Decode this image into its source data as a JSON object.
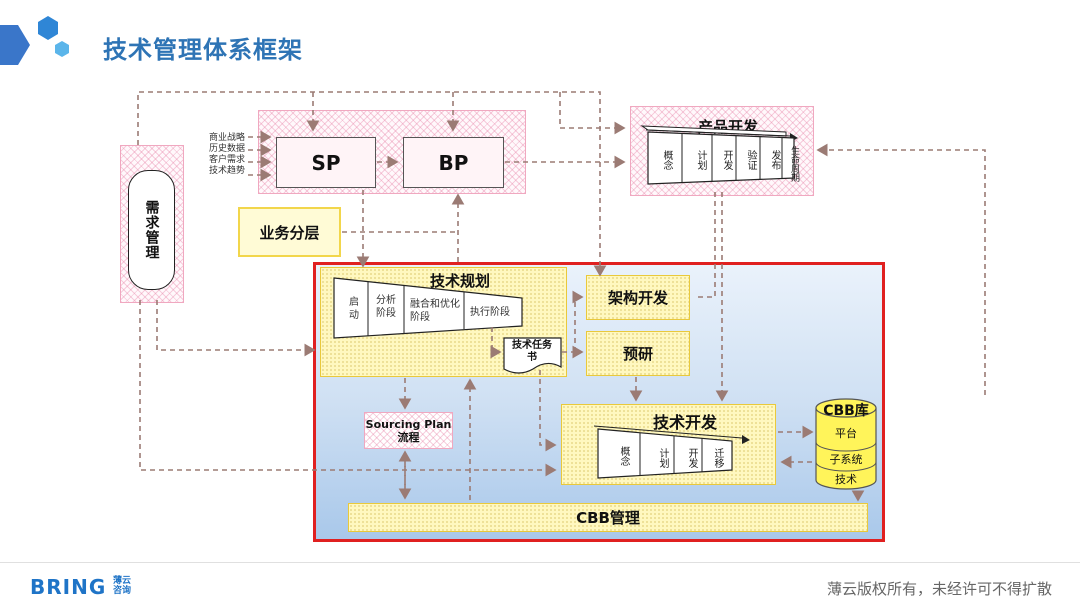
{
  "title": "技术管理体系框架",
  "inputs": [
    "商业战略",
    "历史数据",
    "客户需求",
    "技术趋势"
  ],
  "sp": "SP",
  "bp": "BP",
  "demand_mgmt": "需求管理",
  "business_layer": "业务分层",
  "product_dev": {
    "title": "产品开发",
    "stages": [
      "概念",
      "计划",
      "开发",
      "验证",
      "发布",
      "生命周期"
    ]
  },
  "tech_planning": {
    "title": "技术规划",
    "stages": [
      "启动",
      "分析阶段",
      "融合和优化阶段",
      "执行阶段"
    ]
  },
  "task_book": "技术任务书",
  "arch_dev": "架构开发",
  "pre_research": "预研",
  "sourcing": "Sourcing Plan流程",
  "tech_dev": {
    "title": "技术开发",
    "stages": [
      "概念",
      "计划",
      "开发",
      "迁移"
    ]
  },
  "cbb_lib": {
    "title": "CBB库",
    "layers": [
      "平台",
      "子系统",
      "技术"
    ]
  },
  "cbb_mgmt": "CBB管理",
  "footer": {
    "logo": "BRING",
    "logo_sub1": "薄云",
    "logo_sub2": "咨询",
    "copyright": "薄云版权所有，未经许可不得扩散"
  },
  "colors": {
    "title": "#2e74b5",
    "highlight_frame": "#e02020",
    "arrow": "#9b7b74"
  }
}
